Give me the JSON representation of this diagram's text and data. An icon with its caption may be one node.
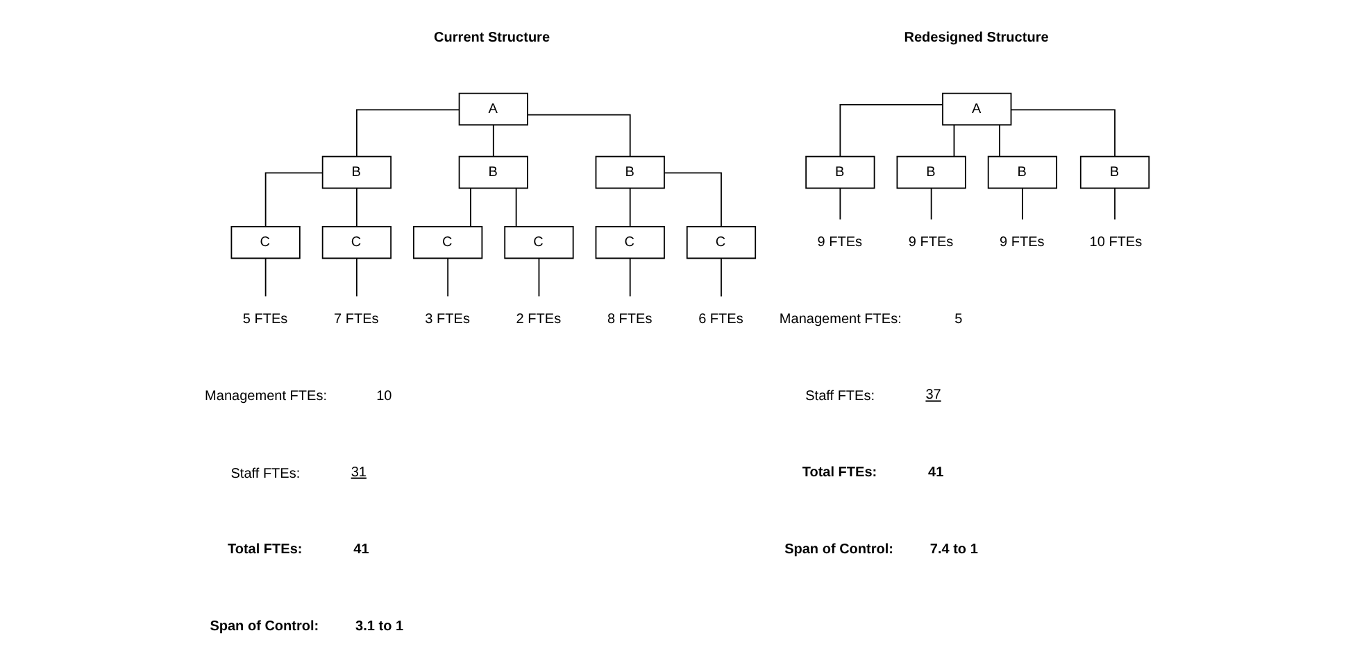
{
  "diagram": {
    "nodes": [
      {
        "text": [
          "A"
        ]
      },
      {
        "text": [
          "B"
        ]
      },
      {
        "text": [
          "B"
        ]
      },
      {
        "text": [
          "B"
        ]
      },
      {
        "text": [
          "C"
        ]
      },
      {
        "text": [
          "C"
        ]
      },
      {
        "text": [
          "C"
        ]
      },
      {
        "text": [
          "C"
        ]
      },
      {
        "text": [
          "C"
        ]
      },
      {
        "text": [
          "C"
        ]
      },
      {
        "text": [
          "5 FTEs"
        ]
      },
      {
        "text": [
          "7 FTEs"
        ]
      },
      {
        "text": [
          "3 FTEs"
        ]
      },
      {
        "text": [
          "2 FTEs"
        ]
      },
      {
        "text": [
          "8 FTEs"
        ]
      },
      {
        "text": [
          "6 FTEs"
        ]
      },
      {
        "text": [
          "A"
        ]
      },
      {
        "text": [
          "B"
        ]
      },
      {
        "text": [
          "B"
        ]
      },
      {
        "text": [
          "B"
        ]
      },
      {
        "text": [
          "B"
        ]
      },
      {
        "text": [
          "9 FTEs"
        ]
      },
      {
        "text": [
          "9 FTEs"
        ]
      },
      {
        "text": [
          "9 FTEs"
        ]
      },
      {
        "text": [
          "10 FTEs"
        ]
      }
    ],
    "edges": [
      {
        "from": 0,
        "to": 1,
        "arrow": "none"
      },
      {
        "from": 0,
        "to": 2,
        "arrow": "none"
      },
      {
        "from": 0,
        "to": 3,
        "arrow": "none"
      },
      {
        "from": 1,
        "to": 4,
        "arrow": "none"
      },
      {
        "from": 1,
        "to": 5,
        "arrow": "none"
      },
      {
        "from": 2,
        "to": 6,
        "arrow": "none"
      },
      {
        "from": 2,
        "to": 7,
        "arrow": "none"
      },
      {
        "from": 3,
        "to": 8,
        "arrow": "none"
      },
      {
        "from": 3,
        "to": 9,
        "arrow": "none"
      },
      {
        "from": 4,
        "to": 10,
        "arrow": "none"
      },
      {
        "from": 5,
        "to": 11,
        "arrow": "none"
      },
      {
        "from": 6,
        "to": 12,
        "arrow": "none"
      },
      {
        "from": 7,
        "to": 13,
        "arrow": "none"
      },
      {
        "from": 8,
        "to": 14,
        "arrow": "none"
      },
      {
        "from": 9,
        "to": 15,
        "arrow": "none"
      },
      {
        "from": 16,
        "to": 17,
        "arrow": "none"
      },
      {
        "from": 16,
        "to": 18,
        "arrow": "none"
      },
      {
        "from": 16,
        "to": 19,
        "arrow": "none"
      },
      {
        "from": 16,
        "to": 20,
        "arrow": "none"
      },
      {
        "from": 17,
        "to": 21,
        "arrow": "none"
      },
      {
        "from": 18,
        "to": 22,
        "arrow": "none"
      },
      {
        "from": 19,
        "to": 23,
        "arrow": "none"
      },
      {
        "from": 20,
        "to": 24,
        "arrow": "none"
      }
    ],
    "labels": [
      "Current Structure",
      "Redesigned Structure",
      "Management FTEs:",
      "10",
      "Management FTEs:",
      "5",
      "Staff FTEs:",
      "31",
      "Staff FTEs:",
      "37",
      "Total FTEs:",
      "41",
      "Total FTEs:",
      "41",
      "Span of Control:",
      "3.1 to 1",
      "Span of Control:",
      "7.4 to 1"
    ]
  }
}
